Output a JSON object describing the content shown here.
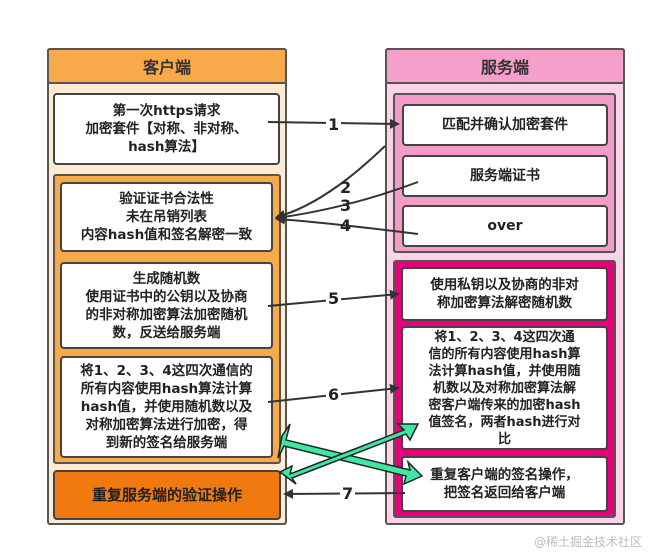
{
  "client": {
    "title": "客户端",
    "step1": "第一次https请求\n加密套件【对称、非对称、\nhash算法】",
    "verify": "验证证书合法性\n未在吊销列表\n内容hash值和签名解密一致",
    "random": "生成随机数\n使用证书中的公钥以及协商\n的非对称加密算法加密随机\n数，反送给服务端",
    "sign": "将1、2、3、4这四次通信的\n所有内容使用hash算法计算\nhash值，并使用随机数以及\n对称加密算法进行加密，得\n到新的签名给服务端",
    "final": "重复服务端的验证操作"
  },
  "server": {
    "title": "服务端",
    "match": "匹配并确认加密套件",
    "cert": "服务端证书",
    "over": "over",
    "decrypt": "使用私钥以及协商的非对\n称加密算法解密随机数",
    "verify": "将1、2、3、4这四次通\n信的所有内容使用hash算\n法计算hash值，并使用随\n机数以及对称加密算法解\n密客户端传来的加密hash\n值签名，两者hash进行对\n比",
    "resign": "重复客户端的签名操作，\n把签名返回给客户端"
  },
  "steps": [
    "1",
    "2",
    "3",
    "4",
    "5",
    "6",
    "7"
  ],
  "watermark": "@稀土掘金技术社区",
  "colors": {
    "client_header": "#f8a94a",
    "client_bg": "#fdebd3",
    "client_final": "#f07a10",
    "server_header": "#f59fcb",
    "server_bg": "#fbd3e6",
    "server_inner": "#f29cc7",
    "server_accent": "#e8007a",
    "green": "#3de8a4"
  }
}
